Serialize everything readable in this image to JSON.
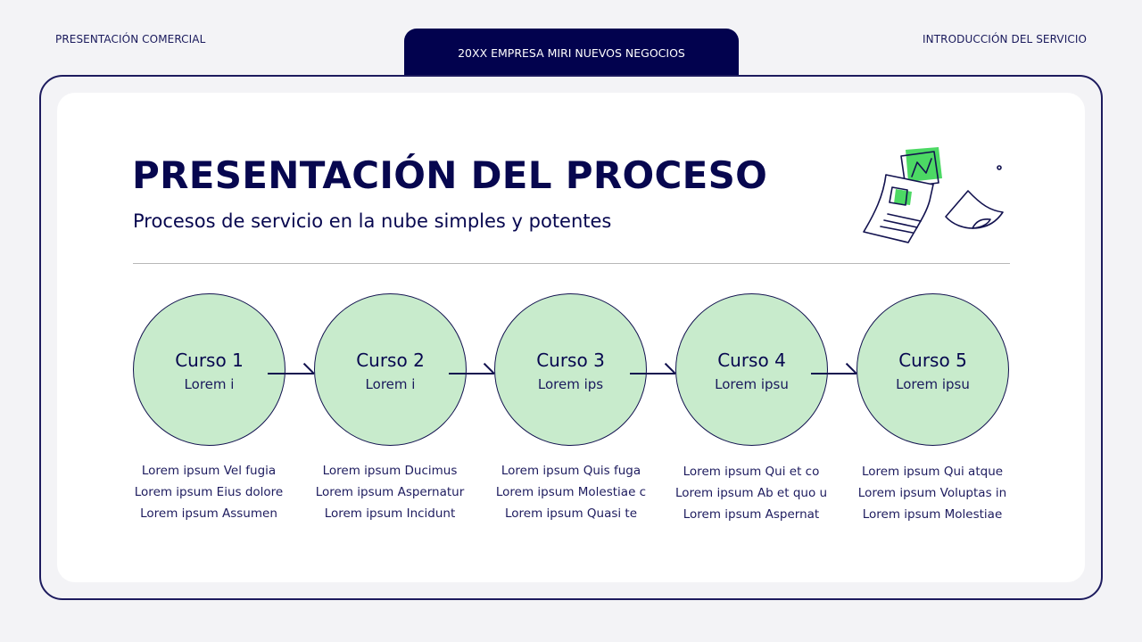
{
  "header": {
    "left_label": "PRESENTACIÓN COMERCIAL",
    "center_tab": "20XX EMPRESA MIRI NUEVOS NEGOCIOS",
    "right_label": "INTRODUCCIÓN DEL SERVICIO"
  },
  "slide": {
    "title": "PRESENTACIÓN DEL PROCESO",
    "subtitle": "Procesos de servicio en la nube simples y potentes",
    "illustration": "documents-chart-icon"
  },
  "colors": {
    "navy": "#02024e",
    "circle_fill": "#c8ebcc",
    "accent_green": "#4cd964",
    "background": "#f3f3f6"
  },
  "steps": [
    {
      "title": "Curso 1",
      "subtitle": "Lorem i",
      "lines": [
        "Lorem ipsum Vel fugia",
        "Lorem ipsum Eius dolore",
        "Lorem ipsum Assumen"
      ]
    },
    {
      "title": "Curso 2",
      "subtitle": "Lorem i",
      "lines": [
        "Lorem ipsum Ducimus",
        "Lorem ipsum Aspernatur",
        "Lorem ipsum Incidunt"
      ]
    },
    {
      "title": "Curso 3",
      "subtitle": "Lorem ips",
      "lines": [
        "Lorem ipsum Quis fuga",
        "Lorem ipsum Molestiae c",
        "Lorem ipsum Quasi te"
      ]
    },
    {
      "title": "Curso 4",
      "subtitle": "Lorem ipsu",
      "lines": [
        "Lorem ipsum Qui et co",
        "Lorem ipsum Ab et quo u",
        "Lorem ipsum Aspernat"
      ]
    },
    {
      "title": "Curso 5",
      "subtitle": "Lorem ipsu",
      "lines": [
        "Lorem ipsum Qui atque",
        "Lorem ipsum Voluptas in",
        "Lorem ipsum Molestiae"
      ]
    }
  ]
}
